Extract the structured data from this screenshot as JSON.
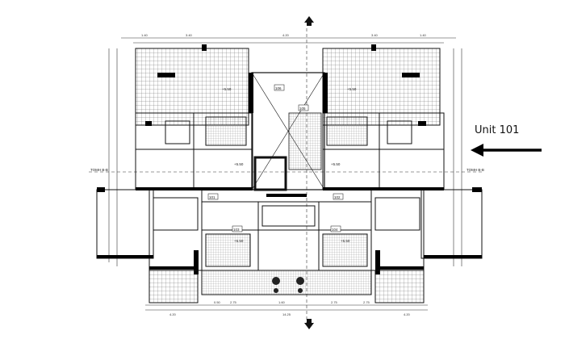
{
  "callout": {
    "label": "Unit 101"
  },
  "plan": {
    "section_tags": [
      "ΤΟΜΗ Β-Β",
      "ΤΟΜΗ Β-Β"
    ],
    "unit_tags": [
      "101",
      "102",
      "103",
      "104",
      "105",
      "106"
    ],
    "level_marks": [
      "+5.50",
      "+5.50",
      "+5.50",
      "+5.50",
      "+5.50",
      "+5.50"
    ],
    "dims": [
      "1.40",
      "3.40",
      "4.20",
      "3.40",
      "1.40",
      "2.75",
      "1.60",
      "14.25",
      "4.20",
      "2.75",
      "0.50",
      "4.20",
      "2.75"
    ]
  },
  "colors": {
    "line": "#1a1a1a",
    "hatch": "#555555",
    "wall": "#000000"
  }
}
